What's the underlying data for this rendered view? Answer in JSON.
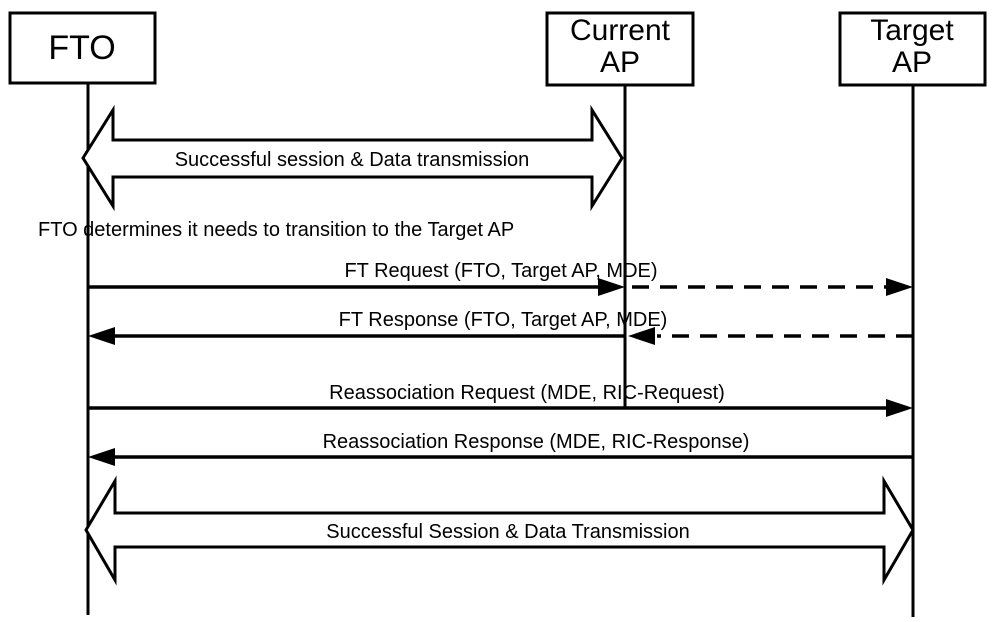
{
  "entities": {
    "fto": {
      "label": "FTO"
    },
    "current_ap": {
      "line1": "Current",
      "line2": "AP"
    },
    "target_ap": {
      "line1": "Target",
      "line2": "AP"
    }
  },
  "messages": {
    "session_top": "Successful session & Data transmission",
    "note": "FTO determines it needs to transition to the Target AP",
    "ft_request": "FT Request (FTO, Target AP, MDE)",
    "ft_response": "FT Response (FTO, Target AP, MDE)",
    "reassoc_request": "Reassociation Request (MDE, RIC-Request)",
    "reassoc_response": "Reassociation Response (MDE, RIC-Response)",
    "session_bottom": "Successful Session & Data Transmission"
  },
  "colors": {
    "stroke": "#000000",
    "background": "#ffffff"
  }
}
